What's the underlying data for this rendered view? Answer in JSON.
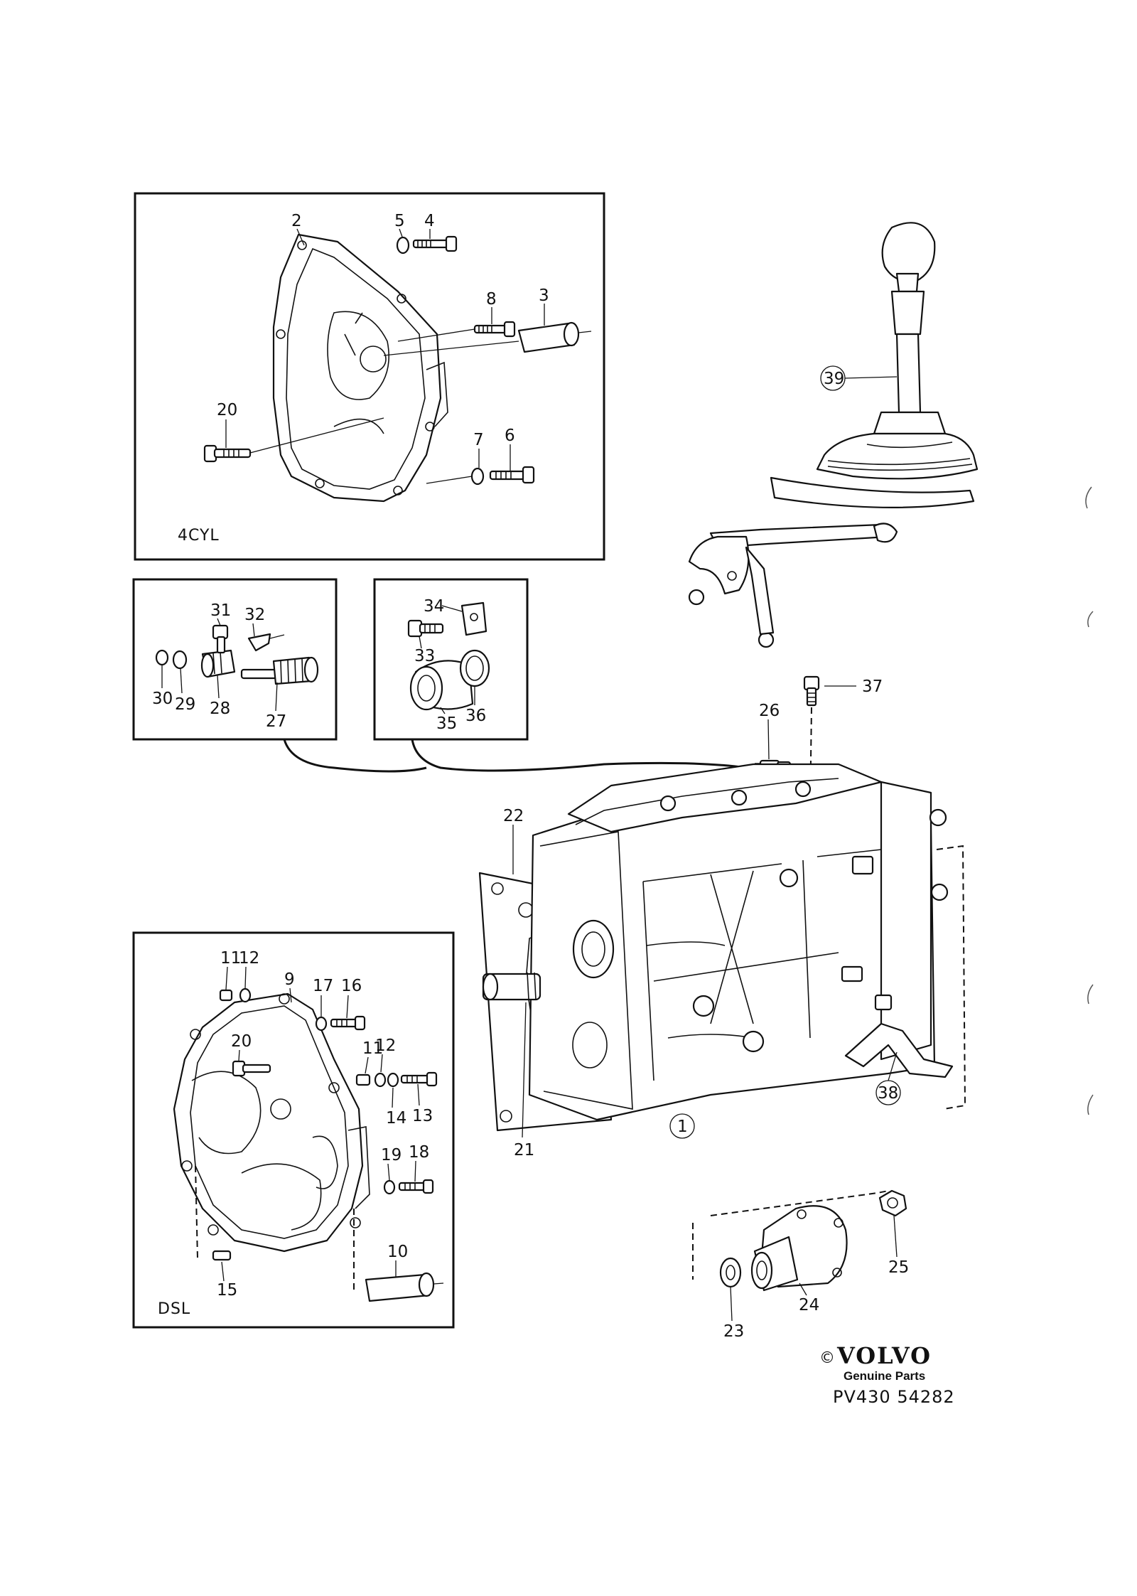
{
  "boxes": {
    "four_cyl": "4CYL",
    "diesel": "DSL"
  },
  "callouts": {
    "c1": "1",
    "c2": "2",
    "c3": "3",
    "c4": "4",
    "c5": "5",
    "c6": "6",
    "c7": "7",
    "c8": "8",
    "c9": "9",
    "c10": "10",
    "c11a": "11",
    "c11b": "11",
    "c12a": "12",
    "c12b": "12",
    "c13": "13",
    "c14": "14",
    "c15": "15",
    "c16": "16",
    "c17": "17",
    "c18": "18",
    "c19": "19",
    "c20a": "20",
    "c20b": "20",
    "c21": "21",
    "c22": "22",
    "c23": "23",
    "c24": "24",
    "c25": "25",
    "c26": "26",
    "c27": "27",
    "c28": "28",
    "c29": "29",
    "c30": "30",
    "c31": "31",
    "c32": "32",
    "c33": "33",
    "c34": "34",
    "c35": "35",
    "c36": "36",
    "c37": "37",
    "c38": "38",
    "c39": "39"
  },
  "brand": {
    "copyright": "©",
    "name": "VOLVO",
    "tagline": "Genuine Parts",
    "code": "PV430 54282"
  }
}
